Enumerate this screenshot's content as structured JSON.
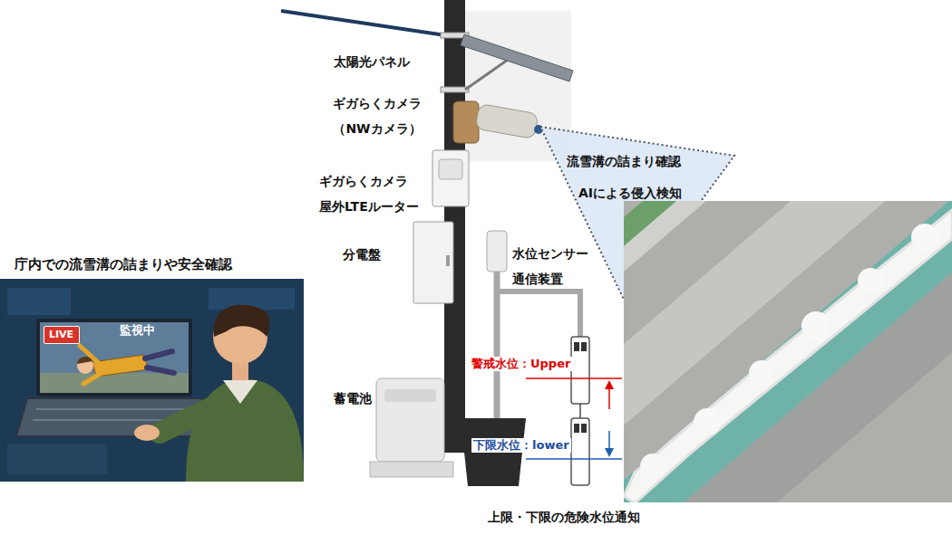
{
  "diagram": {
    "nodes": [
      {
        "text": [
          "流雪溝の詰まり確認",
          "AIによる侵入検知"
        ]
      },
      {
        "text": [
          "監視中"
        ]
      },
      {
        "text": [
          "LIVE"
        ],
        "in": 1
      }
    ],
    "labels": [
      "太陽光パネル",
      "ギガらくカメラ （NWカメラ）",
      "ギガらくカメラ 屋外LTEルーター",
      "分電盤",
      "水位センサー 通信装置",
      "庁内での流雪溝の詰まりや安全確認",
      "蓄電池",
      "警戒水位：Upper",
      "下限水位：lower",
      "上限・下限の危険水位通知"
    ]
  }
}
